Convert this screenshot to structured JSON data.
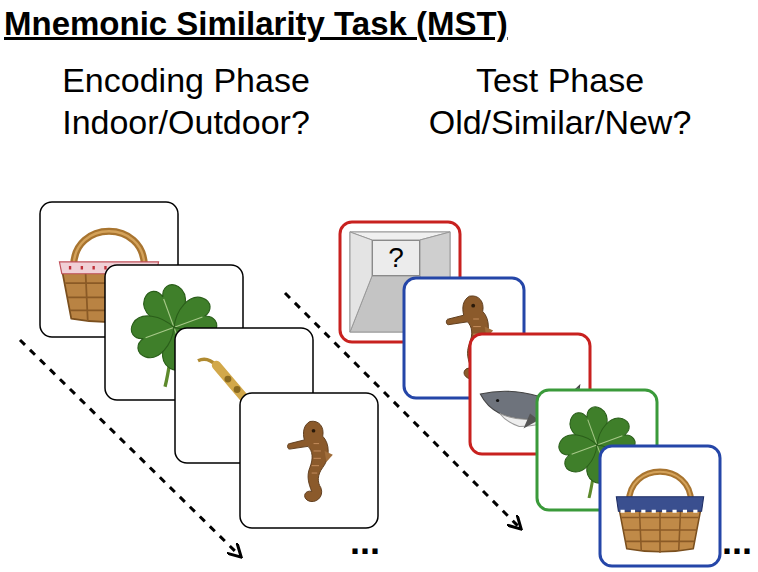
{
  "diagram": {
    "title": "Mnemonic Similarity Task (MST)",
    "nodes": [
      {
        "text": [
          "?"
        ]
      }
    ],
    "labels": [
      "Encoding Phase",
      "Indoor/Outdoor?",
      "Test Phase",
      "Old/Similar/New?",
      "...",
      "..."
    ]
  }
}
